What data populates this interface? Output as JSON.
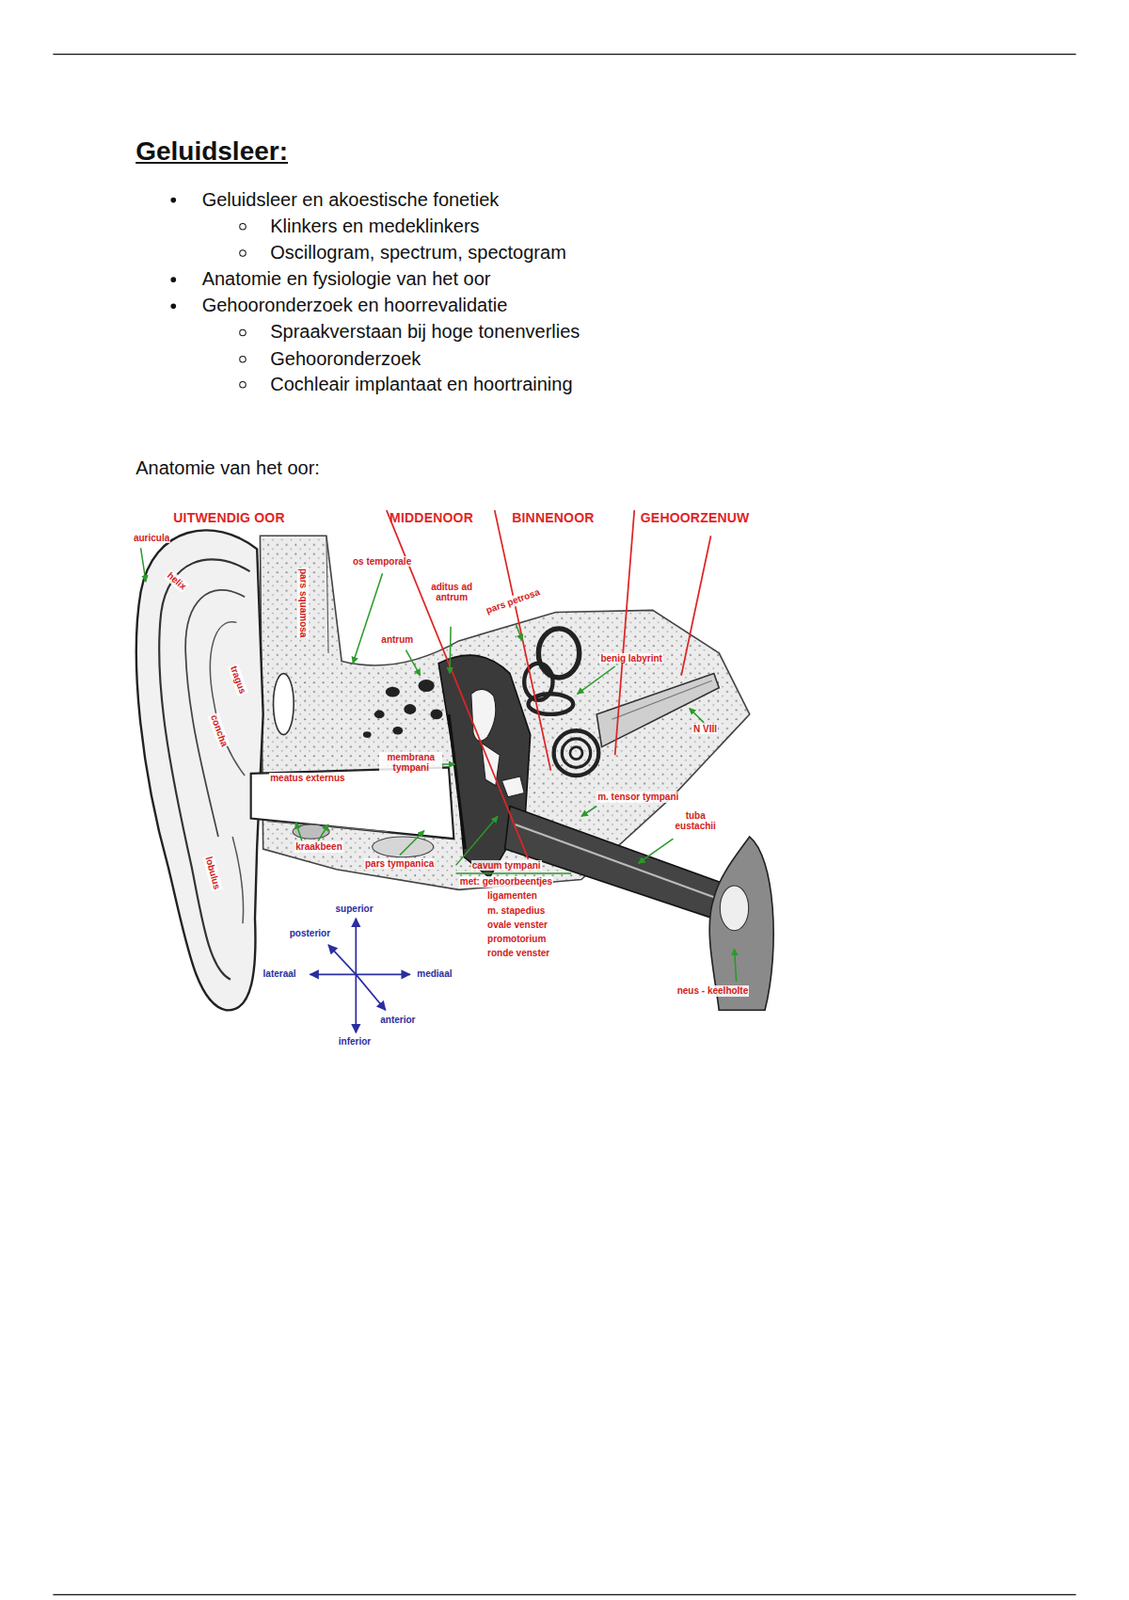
{
  "diagram": {
    "title": "Geluidsleer:",
    "labels": [
      "Geluidsleer en akoestische fonetiek",
      "Klinkers en medeklinkers",
      "Oscillogram, spectrum, spectogram",
      "Anatomie en fysiologie van het oor",
      "Gehooronderzoek en hoorrevalidatie",
      "Spraakverstaan bij hoge tonenverlies",
      "Gehooronderzoek",
      "Cochleair implantaat en hoortraining",
      "Anatomie van het oor:",
      "UITWENDIG OOR",
      "MIDDENOOR",
      "BINNENOOR",
      "GEHOORZENUW",
      "auricula",
      "helix",
      "pars squamosa",
      "os temporale",
      "aditus ad antrum",
      "antrum",
      "pars petrosa",
      "benig labyrint",
      "tragus",
      "concha",
      "N VIII",
      "membrana tympani",
      "meatus externus",
      "m. tensor tympani",
      "tuba eustachii",
      "kraakbeen",
      "pars tympanica",
      "lobulus",
      "cavum tympani",
      "met: gehoorbeentjes",
      "ligamenten",
      "m. stapedius",
      "ovale venster",
      "promotorium",
      "ronde venster",
      "superior",
      "posterior",
      "lateraal",
      "mediaal",
      "anterior",
      "inferior",
      "neus - keelholte"
    ]
  }
}
